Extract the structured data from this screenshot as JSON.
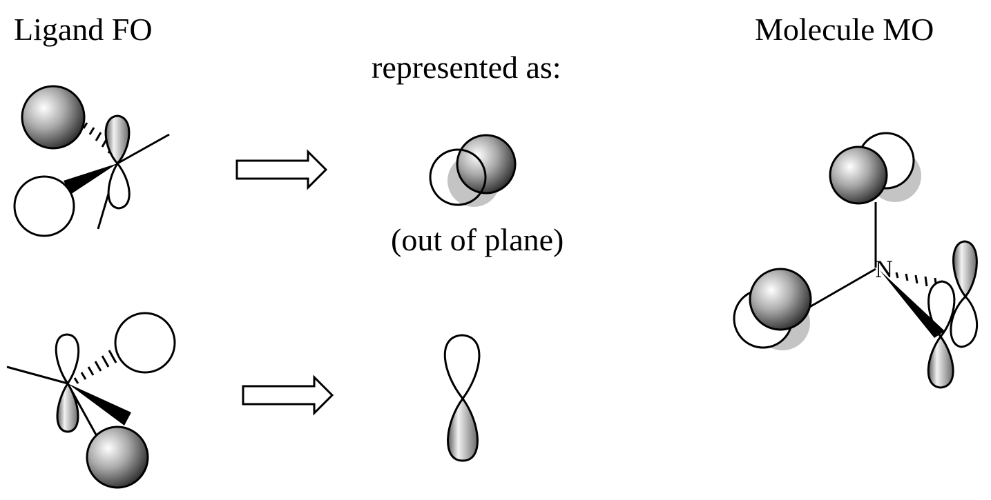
{
  "labels": {
    "ligand_fo": "Ligand FO",
    "molecule_mo": "Molecule MO",
    "represented_as": "represented as:",
    "out_of_plane": "(out of plane)",
    "nitrogen": "N"
  },
  "colors": {
    "stroke": "#000000",
    "shade_light": "#ffffff",
    "shade_mid": "#9a9a9a",
    "shade_dark": "#2a2a2a",
    "shadow": "#bdbdbd"
  }
}
